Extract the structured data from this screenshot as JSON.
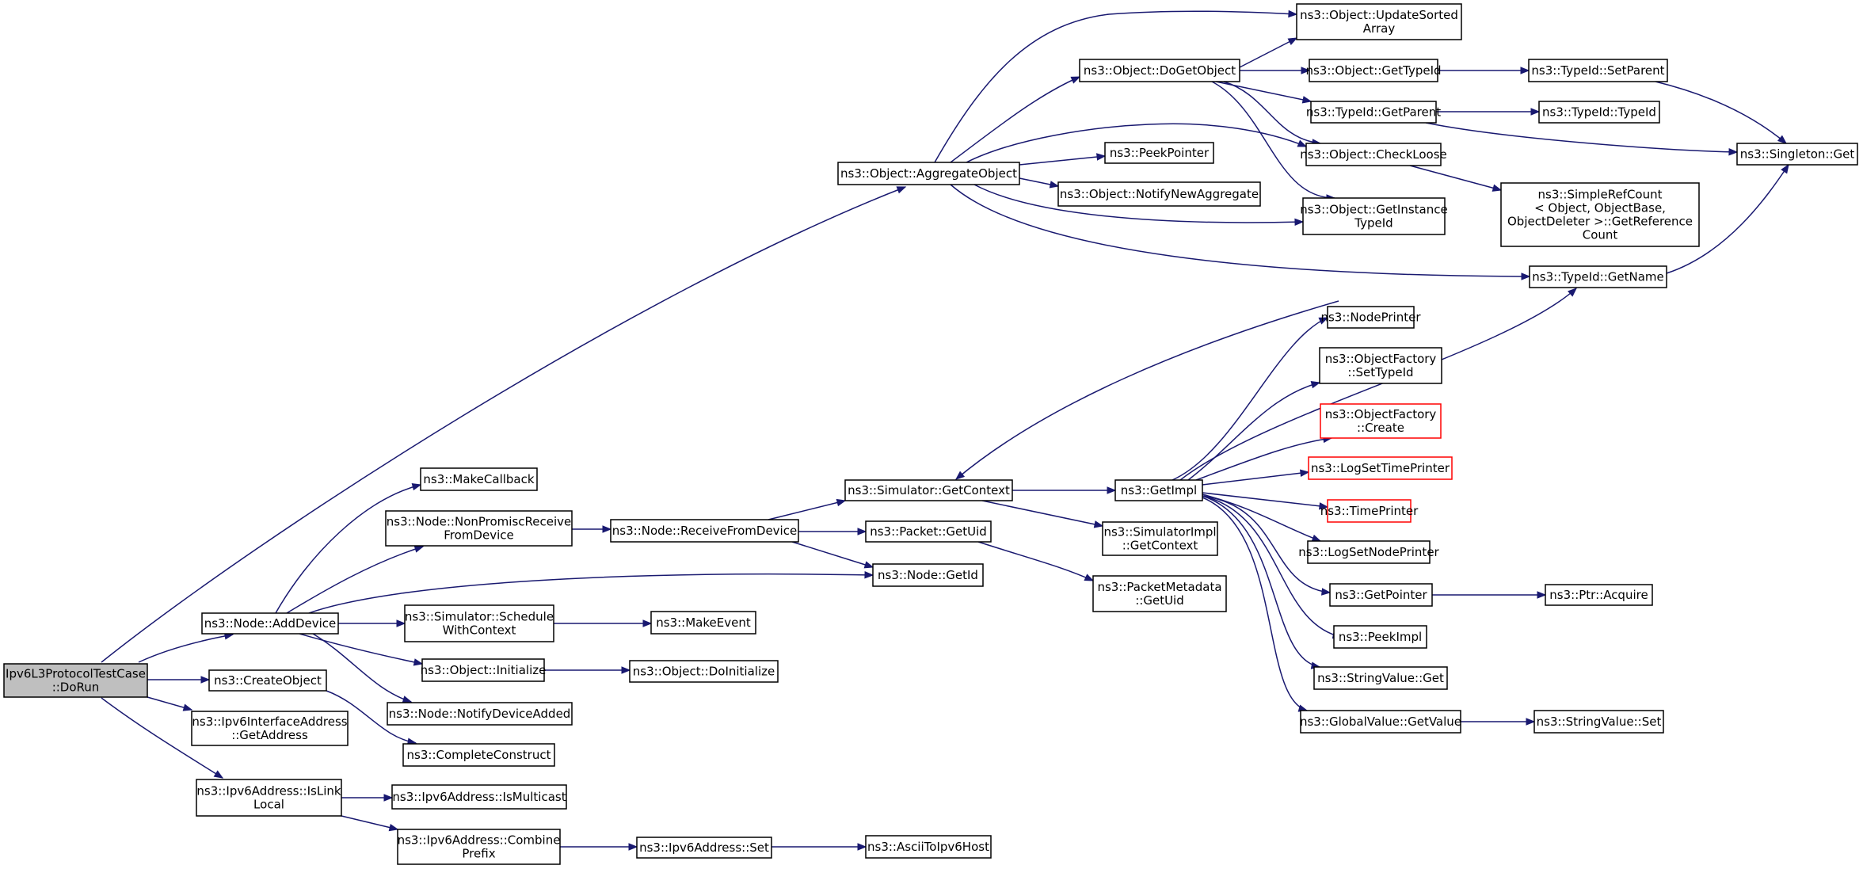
{
  "nodes": {
    "dorun": {
      "lines": [
        "Ipv6L3ProtocolTestCase",
        "::DoRun"
      ]
    },
    "adddevice": {
      "lines": [
        "ns3::Node::AddDevice"
      ]
    },
    "createobject": {
      "lines": [
        "ns3::CreateObject"
      ]
    },
    "ifaceaddr": {
      "lines": [
        "ns3::Ipv6InterfaceAddress",
        "::GetAddress"
      ]
    },
    "islinklocal": {
      "lines": [
        "ns3::Ipv6Address::IsLink",
        "Local"
      ]
    },
    "makecallback": {
      "lines": [
        "ns3::MakeCallback"
      ]
    },
    "nonpromisc": {
      "lines": [
        "ns3::Node::NonPromiscReceive",
        "FromDevice"
      ]
    },
    "schedctx": {
      "lines": [
        "ns3::Simulator::Schedule",
        "WithContext"
      ]
    },
    "objinit": {
      "lines": [
        "ns3::Object::Initialize"
      ]
    },
    "notifydev": {
      "lines": [
        "ns3::Node::NotifyDeviceAdded"
      ]
    },
    "completeconstruct": {
      "lines": [
        "ns3::CompleteConstruct"
      ]
    },
    "ismulticast": {
      "lines": [
        "ns3::Ipv6Address::IsMulticast"
      ]
    },
    "combineprefix": {
      "lines": [
        "ns3::Ipv6Address::Combine",
        "Prefix"
      ]
    },
    "receivefrom": {
      "lines": [
        "ns3::Node::ReceiveFromDevice"
      ]
    },
    "makeevent": {
      "lines": [
        "ns3::MakeEvent"
      ]
    },
    "doinit": {
      "lines": [
        "ns3::Object::DoInitialize"
      ]
    },
    "v6set": {
      "lines": [
        "ns3::Ipv6Address::Set"
      ]
    },
    "asciitohost": {
      "lines": [
        "ns3::AsciiToIpv6Host"
      ]
    },
    "aggregate": {
      "lines": [
        "ns3::Object::AggregateObject"
      ]
    },
    "getcontext": {
      "lines": [
        "ns3::Simulator::GetContext"
      ]
    },
    "pktuid": {
      "lines": [
        "ns3::Packet::GetUid"
      ]
    },
    "nodegetid": {
      "lines": [
        "ns3::Node::GetId"
      ]
    },
    "dogetobject": {
      "lines": [
        "ns3::Object::DoGetObject"
      ]
    },
    "peekpointer": {
      "lines": [
        "ns3::PeekPointer"
      ]
    },
    "notifyagg": {
      "lines": [
        "ns3::Object::NotifyNewAggregate"
      ]
    },
    "getimpl": {
      "lines": [
        "ns3::GetImpl"
      ]
    },
    "simimplctx": {
      "lines": [
        "ns3::SimulatorImpl",
        "::GetContext"
      ]
    },
    "pktmetauid": {
      "lines": [
        "ns3::PacketMetadata",
        "::GetUid"
      ]
    },
    "updatesorted": {
      "lines": [
        "ns3::Object::UpdateSorted",
        "Array"
      ]
    },
    "gettypeid": {
      "lines": [
        "ns3::Object::GetTypeId"
      ]
    },
    "getparent": {
      "lines": [
        "ns3::TypeId::GetParent"
      ]
    },
    "checkloose": {
      "lines": [
        "ns3::Object::CheckLoose"
      ]
    },
    "getinsttypeid": {
      "lines": [
        "ns3::Object::GetInstance",
        "TypeId"
      ]
    },
    "nodeprinter": {
      "lines": [
        "ns3::NodePrinter"
      ]
    },
    "ofsettypeid": {
      "lines": [
        "ns3::ObjectFactory",
        "::SetTypeId"
      ]
    },
    "ofcreate": {
      "lines": [
        "ns3::ObjectFactory",
        "::Create"
      ]
    },
    "logsettime": {
      "lines": [
        "ns3::LogSetTimePrinter"
      ]
    },
    "timeprinter": {
      "lines": [
        "ns3::TimePrinter"
      ]
    },
    "logsetnode": {
      "lines": [
        "ns3::LogSetNodePrinter"
      ]
    },
    "getpointer": {
      "lines": [
        "ns3::GetPointer"
      ]
    },
    "peekimpl": {
      "lines": [
        "ns3::PeekImpl"
      ]
    },
    "strget": {
      "lines": [
        "ns3::StringValue::Get"
      ]
    },
    "gvgetvalue": {
      "lines": [
        "ns3::GlobalValue::GetValue"
      ]
    },
    "setparent": {
      "lines": [
        "ns3::TypeId::SetParent"
      ]
    },
    "typeidtypeid": {
      "lines": [
        "ns3::TypeId::TypeId"
      ]
    },
    "simplerefcount": {
      "lines": [
        "ns3::SimpleRefCount",
        "< Object, ObjectBase,",
        " ObjectDeleter >::GetReference",
        "Count"
      ]
    },
    "gettypename": {
      "lines": [
        "ns3::TypeId::GetName"
      ]
    },
    "ptracquire": {
      "lines": [
        "ns3::Ptr::Acquire"
      ]
    },
    "strset": {
      "lines": [
        "ns3::StringValue::Set"
      ]
    },
    "singletonget": {
      "lines": [
        "ns3::Singleton::Get"
      ]
    }
  },
  "colors": {
    "edge": "#191970",
    "root_fill": "#bfbfbf",
    "node_border": "#000000",
    "warn_border": "#ff0000"
  }
}
